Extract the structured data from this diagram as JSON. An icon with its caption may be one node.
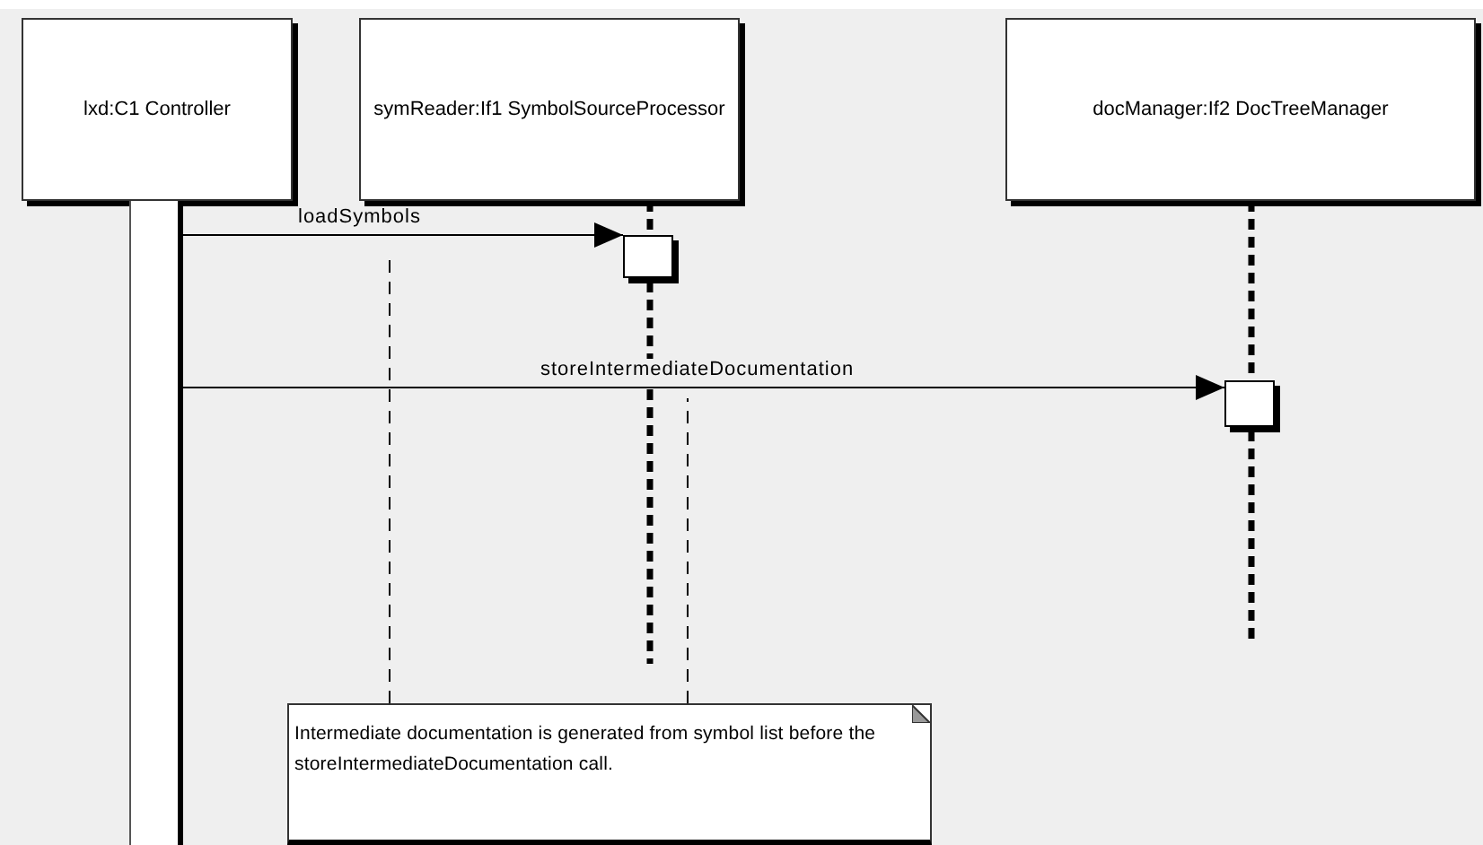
{
  "diagram": {
    "nodes": [
      {
        "text": [
          "lxd:C1 Controller"
        ]
      },
      {
        "text": [
          "symReader:If1 SymbolSourceProcessor"
        ]
      },
      {
        "text": [
          "docManager:If2 DocTreeManager"
        ]
      },
      {
        "text": [],
        "shape": "bar"
      },
      {
        "text": [],
        "shape": "box"
      },
      {
        "text": [],
        "shape": "box"
      },
      {
        "text": [
          "Intermediate documentation is generated from symbol list before the storeIntermediateDocumentation call."
        ]
      }
    ],
    "edges": [
      {
        "from": 3,
        "to": 4,
        "arrow": "to",
        "label": "loadSymbols"
      },
      {
        "from": 3,
        "to": 5,
        "arrow": "to",
        "label": "storeIntermediateDocumentation"
      },
      {
        "from": 1,
        "to": 4,
        "arrow": "none",
        "style": "dashed"
      },
      {
        "from": 2,
        "to": 5,
        "arrow": "none",
        "style": "dashed"
      },
      {
        "from": 6,
        "to": null,
        "arrow": "none",
        "style": "dashed"
      },
      {
        "from": 6,
        "to": null,
        "arrow": "none",
        "style": "dashed"
      }
    ]
  }
}
